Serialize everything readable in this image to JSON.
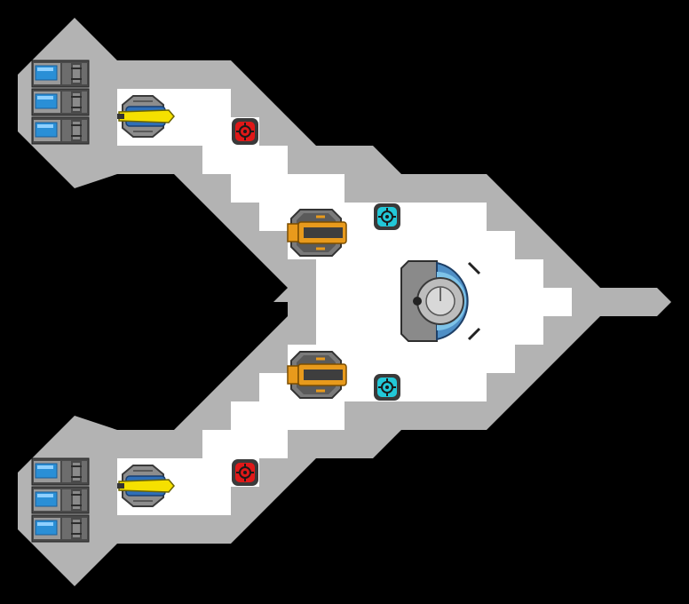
{
  "scene": {
    "background_color": "#000000",
    "hull_color": "#b3b3b3",
    "floor_color": "#ffffff"
  },
  "modules": {
    "engines": [
      {
        "group": "upper",
        "count": 3,
        "icon": "thruster-icon",
        "accent": "#2a8fd6"
      },
      {
        "group": "lower",
        "count": 3,
        "icon": "thruster-icon",
        "accent": "#2a8fd6"
      }
    ],
    "missile_launchers": [
      {
        "position": "upper",
        "icon": "missile-launcher-icon",
        "accent": "#f5e000"
      },
      {
        "position": "lower",
        "icon": "missile-launcher-icon",
        "accent": "#f5e000"
      }
    ],
    "turrets": [
      {
        "position": "upper",
        "icon": "cannon-turret-icon",
        "accent": "#e89a1c"
      },
      {
        "position": "lower",
        "icon": "cannon-turret-icon",
        "accent": "#e89a1c"
      }
    ],
    "shield_nodes": [
      {
        "position": "upper",
        "icon": "shield-node-icon",
        "accent": "#22c8d8"
      },
      {
        "position": "lower",
        "icon": "shield-node-icon",
        "accent": "#22c8d8"
      }
    ],
    "armor_nodes": [
      {
        "position": "upper",
        "icon": "armor-node-icon",
        "accent": "#e01818"
      },
      {
        "position": "lower",
        "icon": "armor-node-icon",
        "accent": "#e01818"
      }
    ],
    "core": {
      "icon": "ship-core-icon",
      "accent": "#7ec3e8"
    }
  }
}
